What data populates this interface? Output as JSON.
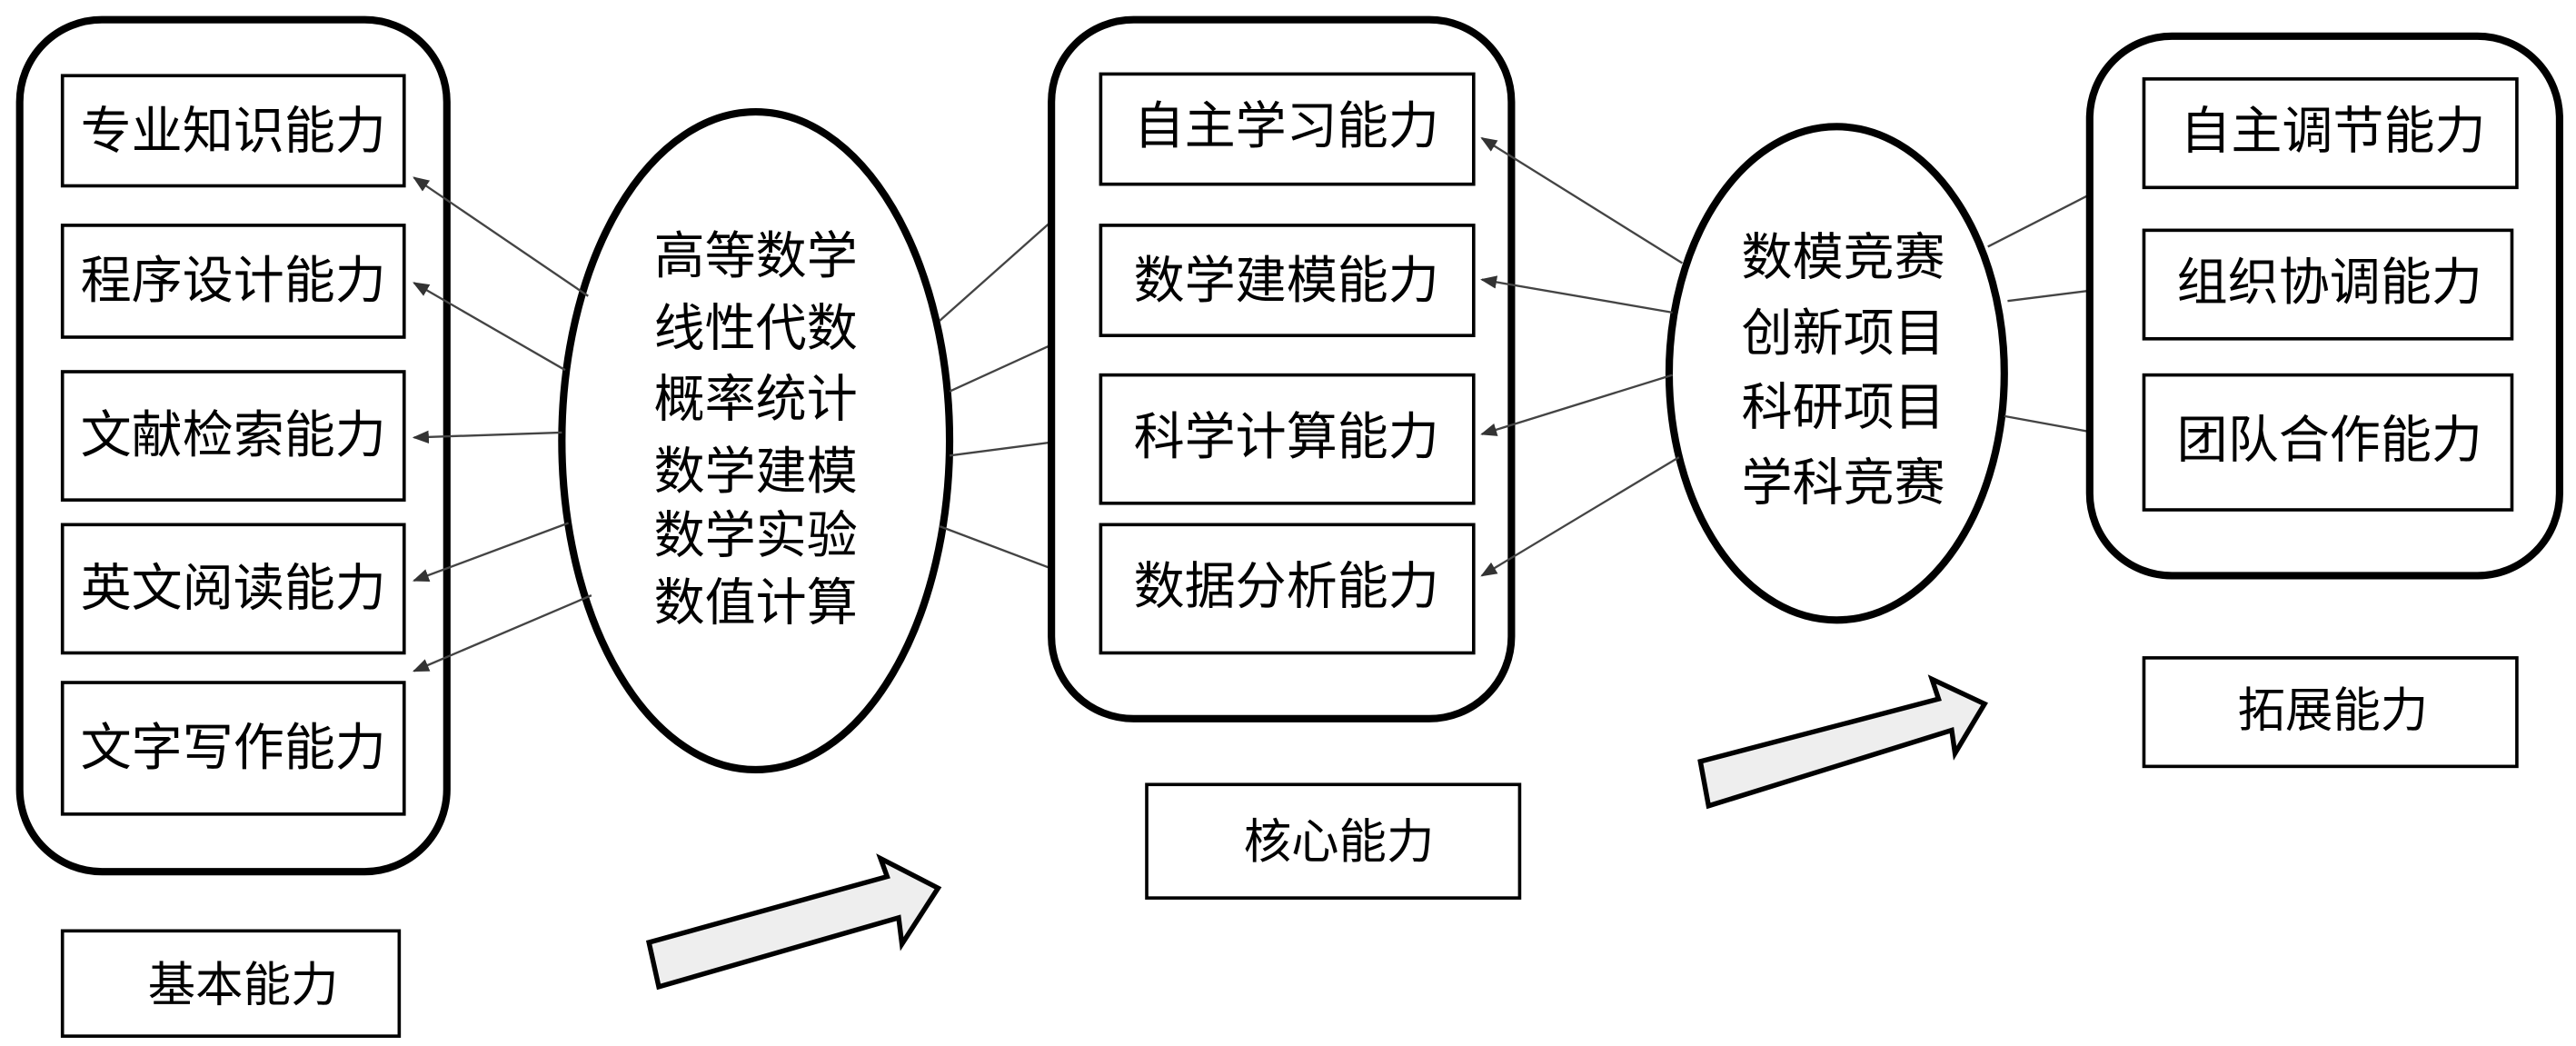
{
  "title": "能力培养框架",
  "stages": {
    "basic": {
      "label": "基本能力",
      "items": [
        "专业知识能力",
        "程序设计能力",
        "文献检索能力",
        "英文阅读能力",
        "文字写作能力"
      ]
    },
    "core": {
      "label": "核心能力",
      "items": [
        "自主学习能力",
        "数学建模能力",
        "科学计算能力",
        "数据分析能力"
      ]
    },
    "extended": {
      "label": "拓展能力",
      "items": [
        "自主调节能力",
        "组织协调能力",
        "团队合作能力"
      ]
    }
  },
  "courses": {
    "items": [
      "高等数学",
      "线性代数",
      "概率统计",
      "数学建模",
      "数学实验",
      "数值计算"
    ]
  },
  "activities": {
    "items": [
      "数模竞赛",
      "创新项目",
      "科研项目",
      "学科竞赛"
    ]
  },
  "connections": [
    {
      "from": "courses",
      "to": "basic.items.0"
    },
    {
      "from": "courses",
      "to": "basic.items.1"
    },
    {
      "from": "courses",
      "to": "basic.items.2"
    },
    {
      "from": "courses",
      "to": "basic.items.3"
    },
    {
      "from": "courses",
      "to": "basic.items.4"
    },
    {
      "from": "courses",
      "to": "core.items.0"
    },
    {
      "from": "courses",
      "to": "core.items.1"
    },
    {
      "from": "courses",
      "to": "core.items.2"
    },
    {
      "from": "courses",
      "to": "core.items.3"
    },
    {
      "from": "activities",
      "to": "core.items.0"
    },
    {
      "from": "activities",
      "to": "core.items.1"
    },
    {
      "from": "activities",
      "to": "core.items.2"
    },
    {
      "from": "activities",
      "to": "core.items.3"
    },
    {
      "from": "activities",
      "to": "extended.items.0"
    },
    {
      "from": "activities",
      "to": "extended.items.1"
    },
    {
      "from": "activities",
      "to": "extended.items.2"
    }
  ],
  "progression": [
    {
      "from": "basic",
      "to": "core"
    },
    {
      "from": "core",
      "to": "extended"
    }
  ]
}
